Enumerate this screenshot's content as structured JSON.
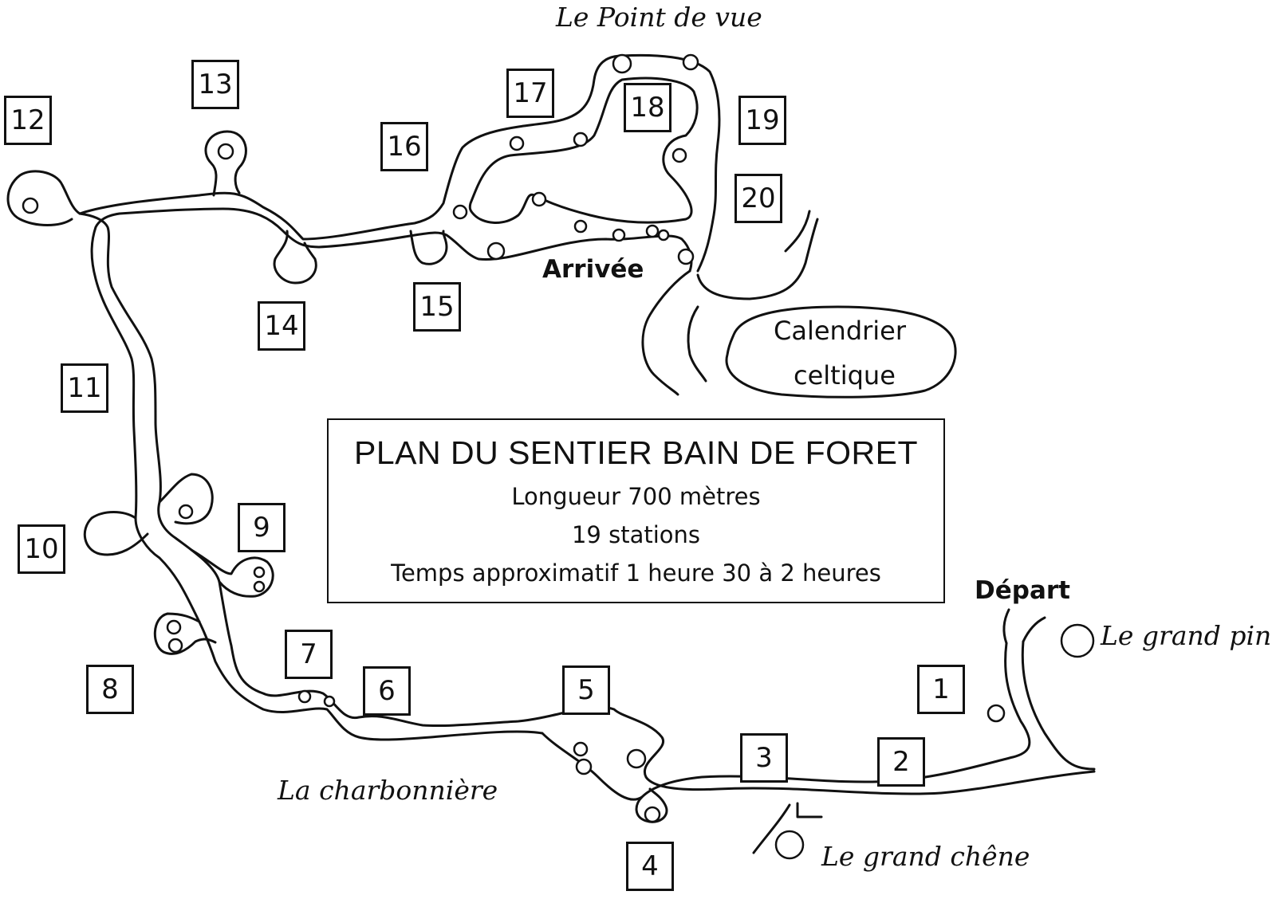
{
  "map": {
    "info_box": {
      "title": "PLAN DU SENTIER BAIN DE FORET",
      "length": "Longueur 700 mètres",
      "stations": "19 stations",
      "duration": "Temps approximatif 1 heure 30 à 2 heures"
    },
    "labels": {
      "point_de_vue": "Le Point de vue",
      "arrivee": "Arrivée",
      "calendrier_line1": "Calendrier",
      "calendrier_line2": "celtique",
      "depart": "Départ",
      "grand_pin": "Le grand pin",
      "grand_chene": "Le grand chêne",
      "charbonniere": "La charbonnière"
    },
    "stations": [
      "1",
      "2",
      "3",
      "4",
      "5",
      "6",
      "7",
      "8",
      "9",
      "10",
      "11",
      "12",
      "13",
      "14",
      "15",
      "16",
      "17",
      "18",
      "19",
      "20"
    ]
  }
}
